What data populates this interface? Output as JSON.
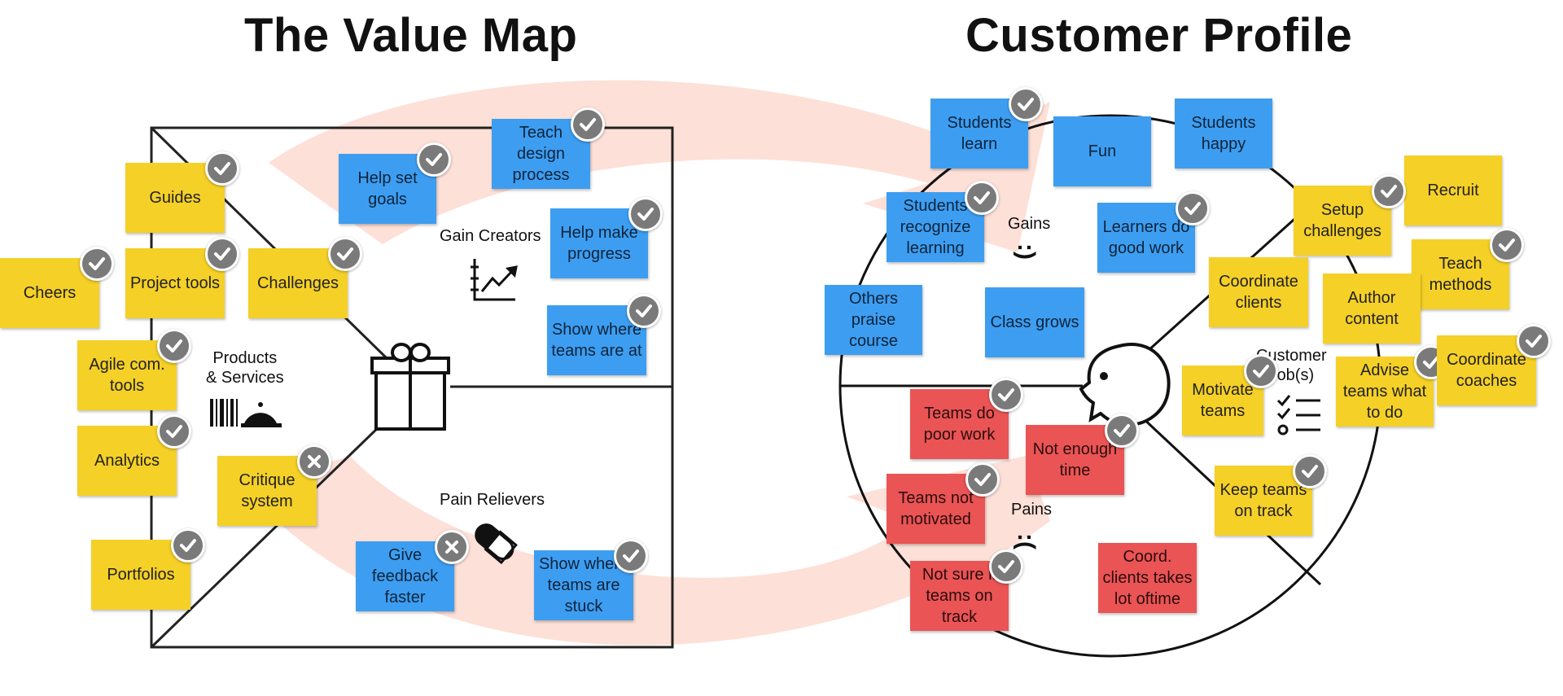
{
  "titles": {
    "value_map": "The Value Map",
    "customer_profile": "Customer Profile"
  },
  "labels": {
    "gain_creators": "Gain Creators",
    "products_services": "Products\n& Services",
    "pain_relievers": "Pain Relievers",
    "gains": "Gains",
    "pains": "Pains",
    "customer_jobs": "Customer\nJob(s)",
    "gains_face": ":)",
    "pains_face": ":("
  },
  "colors": {
    "yellow": "#f5d027",
    "blue": "#3d9ef1",
    "red": "#ea5455",
    "arrow": "#fde0d7",
    "badge": "#7a7a7a"
  },
  "notes": [
    {
      "id": "teach-design-process",
      "text": "Teach design process",
      "color": "blue",
      "status": "check"
    },
    {
      "id": "help-set-goals",
      "text": "Help set goals",
      "color": "blue",
      "status": "check"
    },
    {
      "id": "help-make-progress",
      "text": "Help make progress",
      "color": "blue",
      "status": "check"
    },
    {
      "id": "show-where-teams-are-at",
      "text": "Show where teams are at",
      "color": "blue",
      "status": "check"
    },
    {
      "id": "guides",
      "text": "Guides",
      "color": "yellow",
      "status": "check"
    },
    {
      "id": "cheers",
      "text": "Cheers",
      "color": "yellow",
      "status": "check"
    },
    {
      "id": "project-tools",
      "text": "Project tools",
      "color": "yellow",
      "status": "check"
    },
    {
      "id": "challenges",
      "text": "Challenges",
      "color": "yellow",
      "status": "check"
    },
    {
      "id": "agile-com-tools",
      "text": "Agile com. tools",
      "color": "yellow",
      "status": "check"
    },
    {
      "id": "analytics",
      "text": "Analytics",
      "color": "yellow",
      "status": "check"
    },
    {
      "id": "critique-system",
      "text": "Critique system",
      "color": "yellow",
      "status": "cross"
    },
    {
      "id": "portfolios",
      "text": "Portfolios",
      "color": "yellow",
      "status": "check"
    },
    {
      "id": "give-feedback-faster",
      "text": "Give feedback faster",
      "color": "blue",
      "status": "cross"
    },
    {
      "id": "show-where-teams-are-stuck",
      "text": "Show where teams are stuck",
      "color": "blue",
      "status": "check"
    },
    {
      "id": "students-learn",
      "text": "Students learn",
      "color": "blue",
      "status": "check"
    },
    {
      "id": "fun",
      "text": "Fun",
      "color": "blue",
      "status": "none"
    },
    {
      "id": "students-happy",
      "text": "Students happy",
      "color": "blue",
      "status": "none"
    },
    {
      "id": "students-recognize-learning",
      "text": "Students recognize learning",
      "color": "blue",
      "status": "check"
    },
    {
      "id": "learners-do-good-work",
      "text": "Learners do good work",
      "color": "blue",
      "status": "check"
    },
    {
      "id": "others-praise-course",
      "text": "Others praise course",
      "color": "blue",
      "status": "none"
    },
    {
      "id": "class-grows",
      "text": "Class grows",
      "color": "blue",
      "status": "none"
    },
    {
      "id": "recruit",
      "text": "Recruit",
      "color": "yellow",
      "status": "none"
    },
    {
      "id": "setup-challenges",
      "text": "Setup challenges",
      "color": "yellow",
      "status": "check"
    },
    {
      "id": "coordinate-clients",
      "text": "Coordinate clients",
      "color": "yellow",
      "status": "none"
    },
    {
      "id": "teach-methods",
      "text": "Teach methods",
      "color": "yellow",
      "status": "check"
    },
    {
      "id": "author-content",
      "text": "Author content",
      "color": "yellow",
      "status": "none"
    },
    {
      "id": "motivate-teams",
      "text": "Motivate teams",
      "color": "yellow",
      "status": "check"
    },
    {
      "id": "advise-teams-what-to-do",
      "text": "Advise teams what to do",
      "color": "yellow",
      "status": "check"
    },
    {
      "id": "coordinate-coaches",
      "text": "Coordinate coaches",
      "color": "yellow",
      "status": "check"
    },
    {
      "id": "keep-teams-on-track",
      "text": "Keep teams on track",
      "color": "yellow",
      "status": "check"
    },
    {
      "id": "teams-do-poor-work",
      "text": "Teams do poor work",
      "color": "red",
      "status": "check"
    },
    {
      "id": "not-enough-time",
      "text": "Not enough time",
      "color": "red",
      "status": "check"
    },
    {
      "id": "teams-not-motivated",
      "text": "Teams not motivated",
      "color": "red",
      "status": "check"
    },
    {
      "id": "not-sure-if-teams-on-track",
      "text": "Not sure if teams on track",
      "color": "red",
      "status": "check"
    },
    {
      "id": "coord-clients-takes-lot-of-time",
      "text": "Coord. clients takes lot oftime",
      "color": "red",
      "status": "none"
    }
  ]
}
